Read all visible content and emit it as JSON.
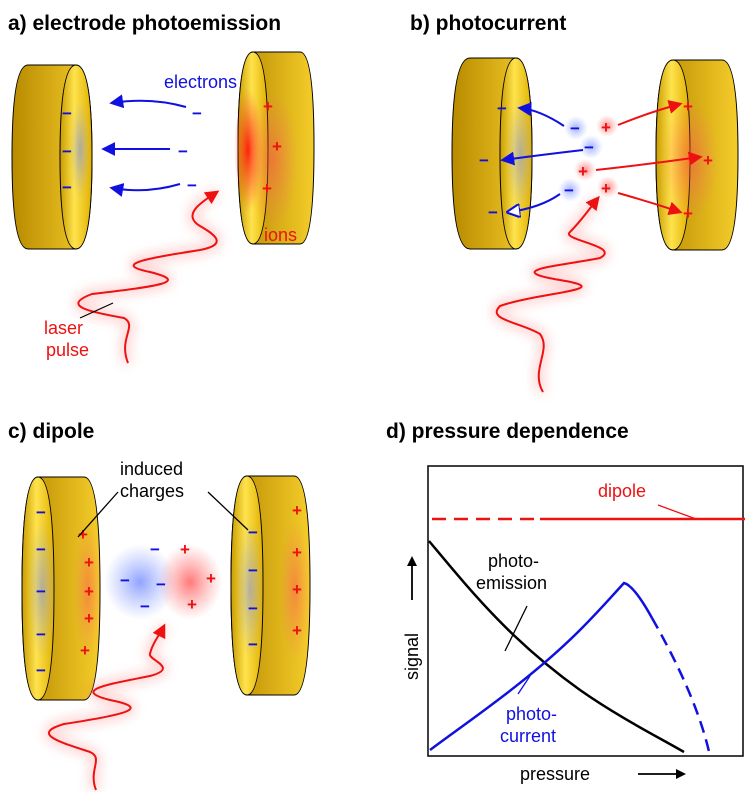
{
  "panel_a": {
    "title": "a) electrode photoemission",
    "electrons_label": "electrons",
    "ions_label": "ions",
    "laser_label_1": "laser",
    "laser_label_2": "pulse"
  },
  "panel_b": {
    "title": "b) photocurrent"
  },
  "panel_c": {
    "title": "c) dipole",
    "induced_1": "induced",
    "induced_2": "charges"
  },
  "panel_d": {
    "title": "d) pressure dependence",
    "dipole_label": "dipole",
    "photoemission_label_1": "photo-",
    "photoemission_label_2": "emission",
    "photocurrent_label_1": "photo-",
    "photocurrent_label_2": "current",
    "signal_axis": "signal",
    "pressure_axis": "pressure"
  },
  "symbols": {
    "minus": "−",
    "plus": "+"
  },
  "colors": {
    "electrode": "#f2c414",
    "electrons": "#1010e0",
    "ions": "#ee1111",
    "laser": "#ee1111",
    "axes": "#000000"
  }
}
